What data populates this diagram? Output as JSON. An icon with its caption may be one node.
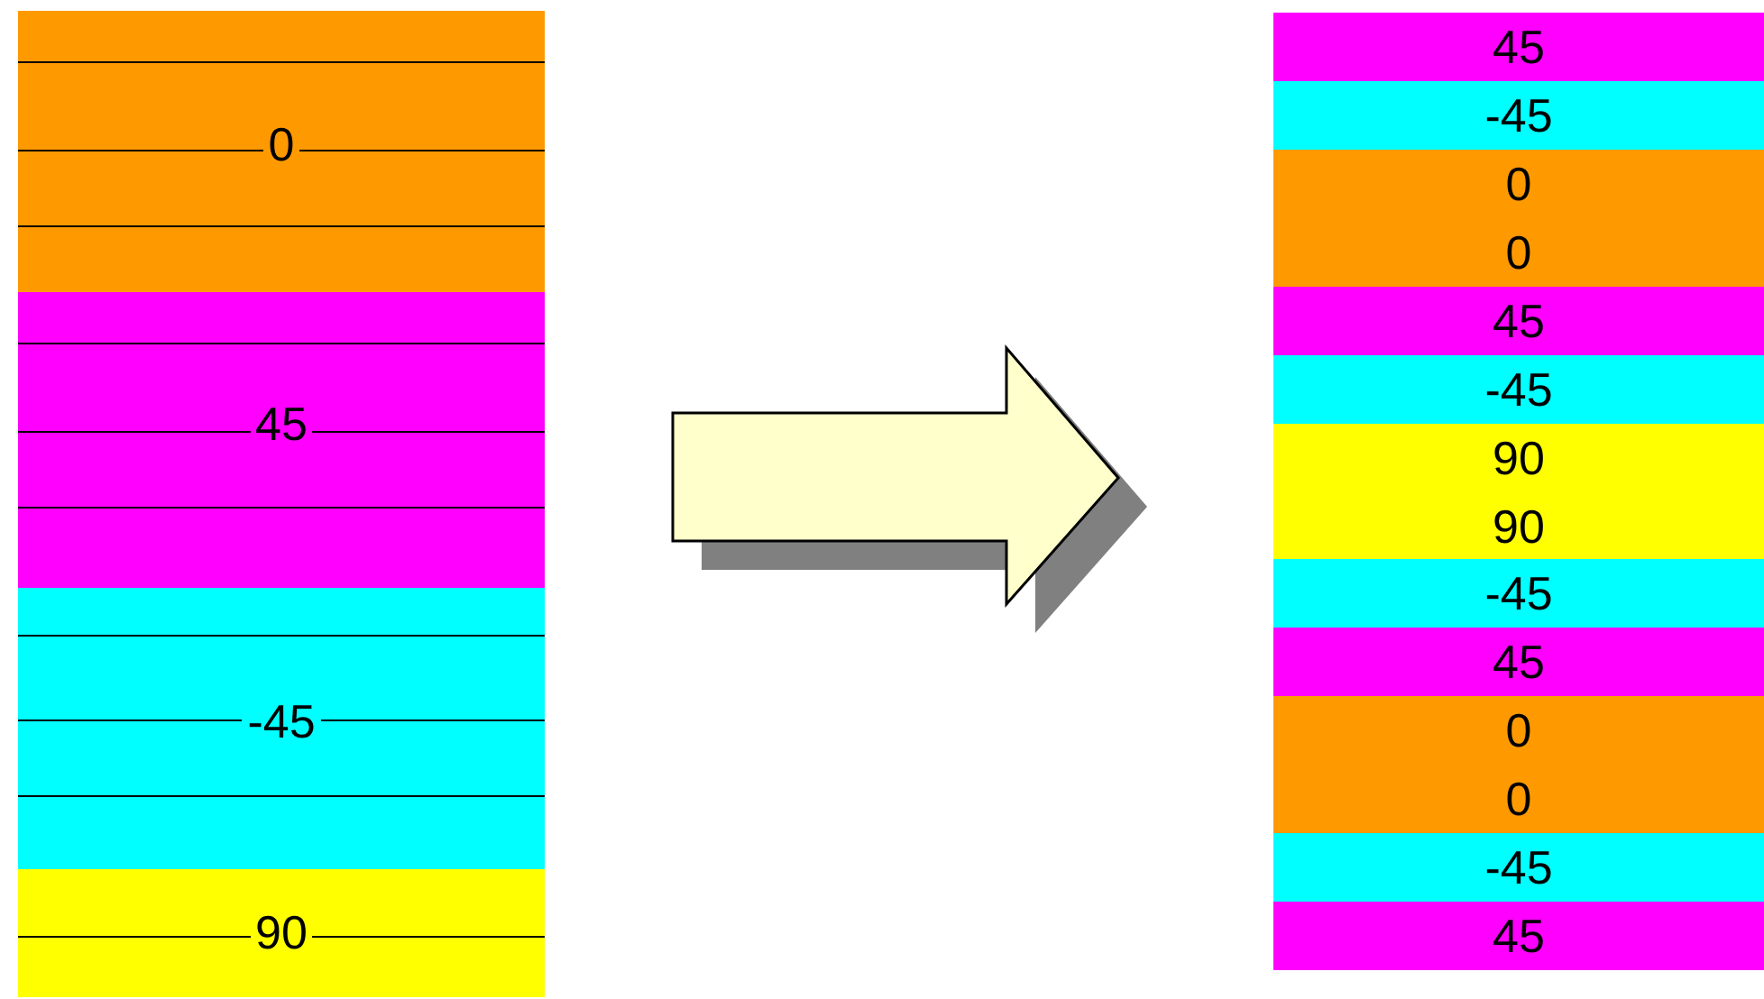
{
  "diagram": {
    "nodes": [
      {
        "text": [],
        "shape": "box"
      },
      {
        "text": [
          "0"
        ],
        "in": 0
      },
      {
        "text": [
          "45"
        ],
        "in": 0
      },
      {
        "text": [
          "-45"
        ],
        "in": 0
      },
      {
        "text": [
          "90"
        ],
        "in": 0
      },
      {
        "text": [],
        "shape": "box"
      },
      {
        "text": [
          "45"
        ],
        "in": 5
      },
      {
        "text": [
          "-45"
        ],
        "in": 5
      },
      {
        "text": [
          "0"
        ],
        "in": 5
      },
      {
        "text": [
          "0"
        ],
        "in": 5
      },
      {
        "text": [
          "45"
        ],
        "in": 5
      },
      {
        "text": [
          "-45"
        ],
        "in": 5
      },
      {
        "text": [
          "90"
        ],
        "in": 5
      },
      {
        "text": [
          "90"
        ],
        "in": 5
      },
      {
        "text": [
          "-45"
        ],
        "in": 5
      },
      {
        "text": [
          "45"
        ],
        "in": 5
      },
      {
        "text": [
          "0"
        ],
        "in": 5
      },
      {
        "text": [
          "0"
        ],
        "in": 5
      },
      {
        "text": [
          "-45"
        ],
        "in": 5
      },
      {
        "text": [
          "45"
        ],
        "in": 5
      }
    ],
    "edges": [
      {
        "from": 0,
        "to": 5,
        "arrow": "to"
      }
    ]
  }
}
